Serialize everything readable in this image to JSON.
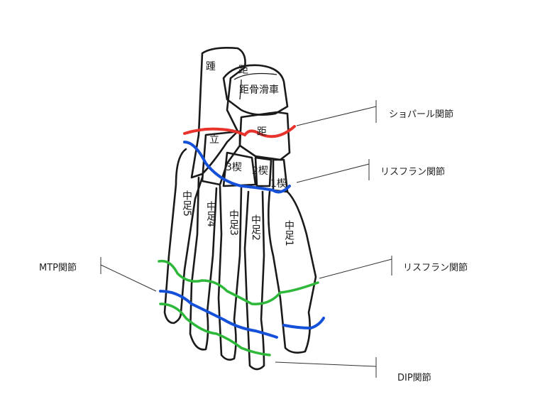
{
  "labels": {
    "chopart": "ショパール関節",
    "lisfranc_top": "リスフラン関節",
    "lisfranc_bottom": "リスフラン関節",
    "mtp": "MTP関節",
    "dip": "DIP関節"
  },
  "bones": {
    "calcaneus": "踵",
    "talus": "距",
    "talar_trochlea": "距骨滑車",
    "cuboid": "立",
    "navicular": "距",
    "cuneiform3": "3楔",
    "cuneiform2": "2楔",
    "cuneiform1": "1楔",
    "metatarsal5": "中足5",
    "metatarsal4": "中足4",
    "metatarsal3": "中足3",
    "metatarsal2": "中足2",
    "metatarsal1": "中足1"
  },
  "colors": {
    "chopart_line": "#e8322c",
    "lisfranc_line": "#1450d8",
    "mtp_line": "#2db83a",
    "ip_line": "#1450d8"
  }
}
